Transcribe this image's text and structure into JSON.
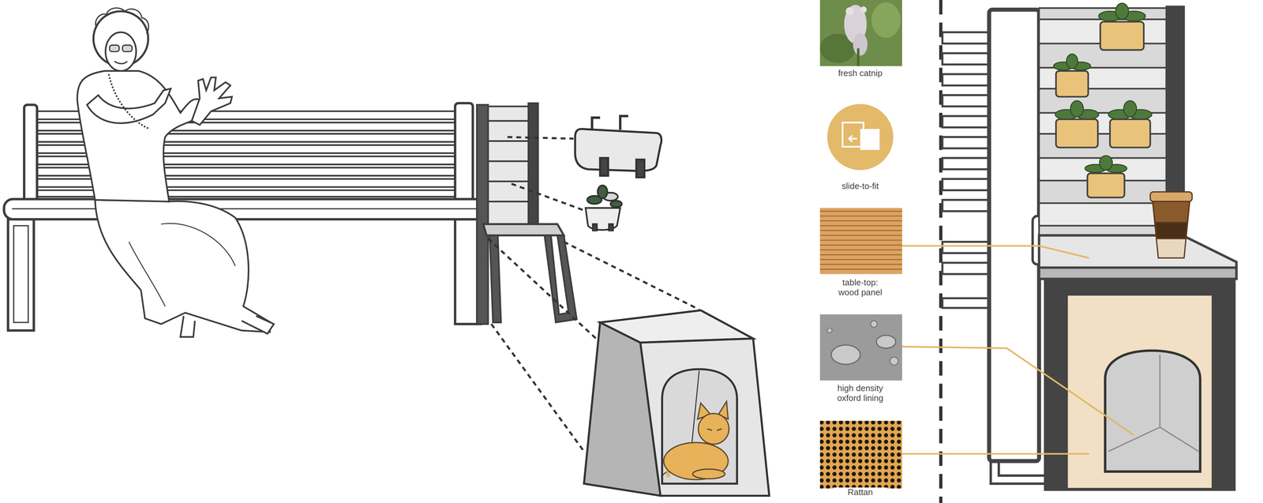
{
  "diagram": {
    "labels": [
      "fresh catnip",
      "slide-to-fit",
      "table-top: wood panel",
      "high density oxford lining",
      "Rattan"
    ]
  }
}
